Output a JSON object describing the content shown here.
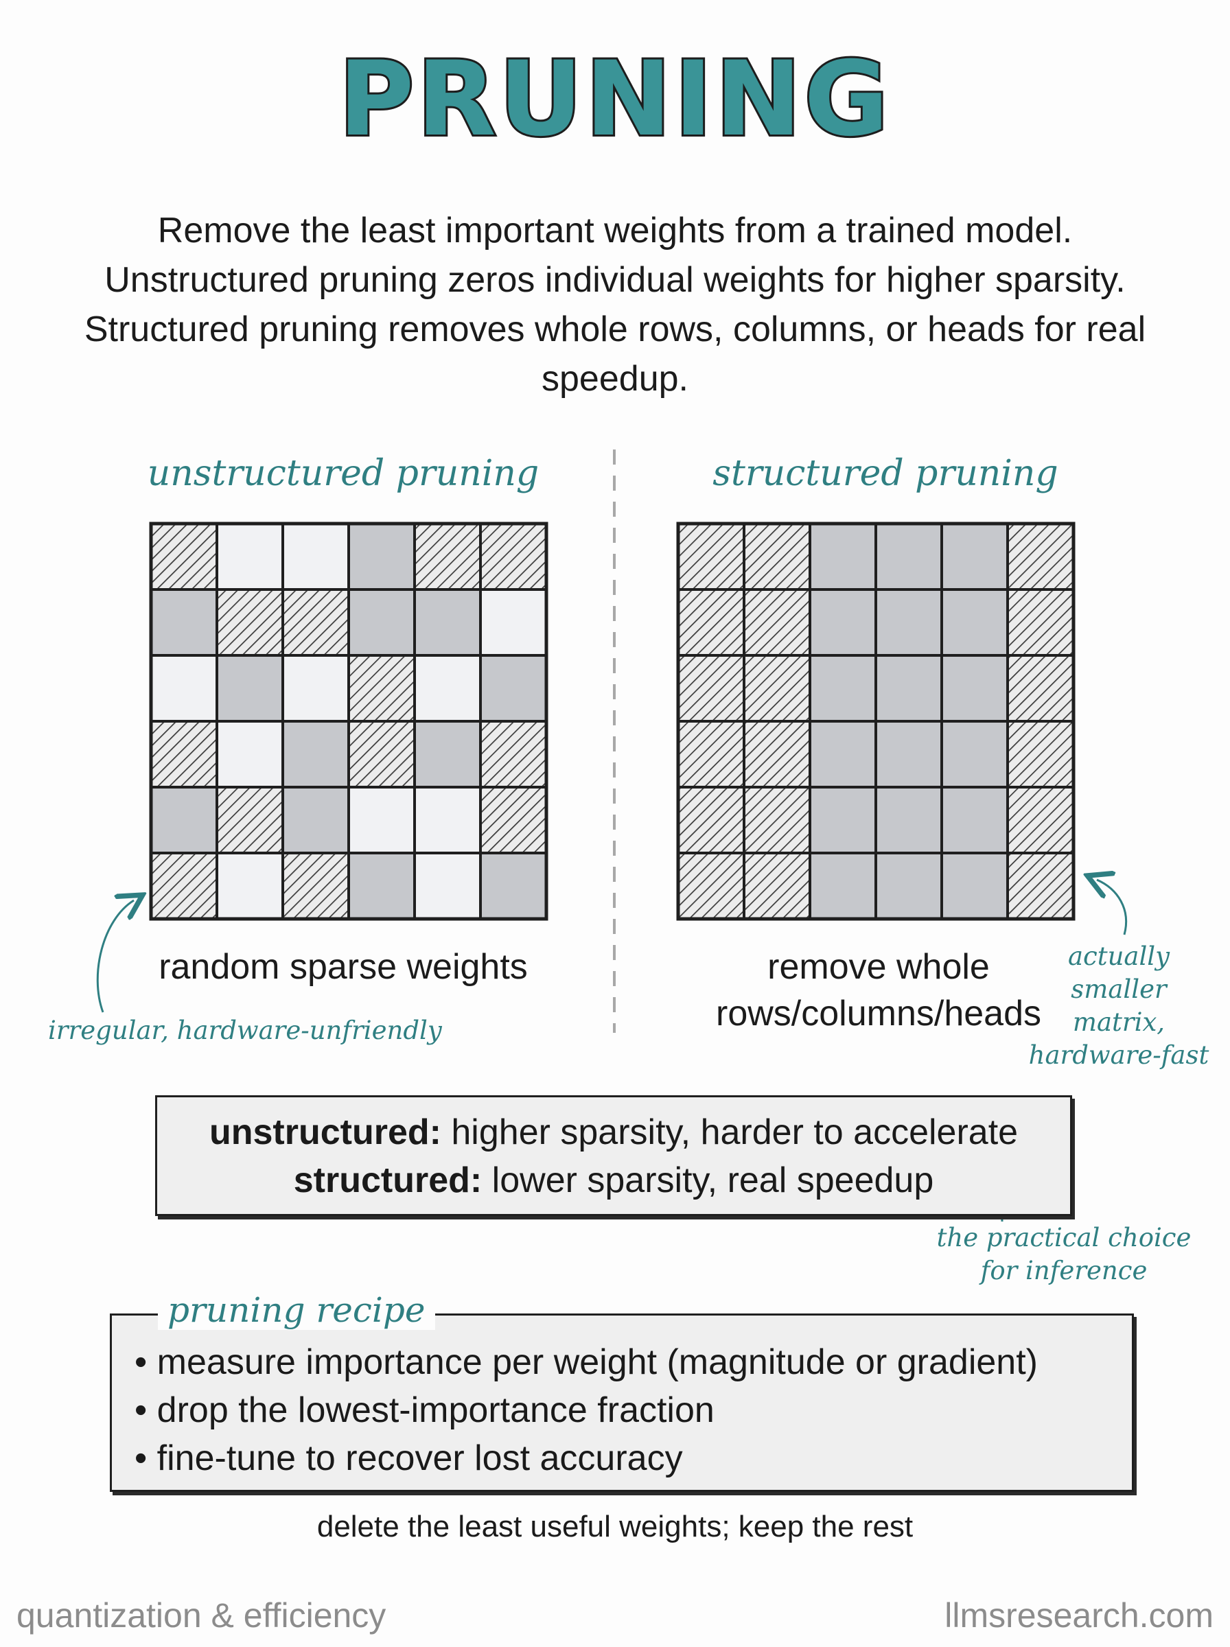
{
  "title": "PRUNING",
  "intro": "Remove the least important weights from a trained model. Unstructured pruning zeros individual weights for higher sparsity. Structured pruning removes whole rows, columns, or heads for real speedup.",
  "panels": {
    "unstructured": {
      "title": "unstructured pruning",
      "label": "random sparse weights",
      "note": "irregular, hardware-unfriendly",
      "grid": [
        [
          "h",
          "w",
          "w",
          "g",
          "h",
          "h"
        ],
        [
          "g",
          "h",
          "h",
          "g",
          "g",
          "w"
        ],
        [
          "w",
          "g",
          "w",
          "h",
          "w",
          "g"
        ],
        [
          "h",
          "w",
          "g",
          "h",
          "g",
          "h"
        ],
        [
          "g",
          "h",
          "g",
          "w",
          "w",
          "h"
        ],
        [
          "h",
          "w",
          "h",
          "g",
          "w",
          "g"
        ]
      ]
    },
    "structured": {
      "title": "structured pruning",
      "label_line1": "remove whole",
      "label_line2": "rows/columns/heads",
      "note_line1": "actually",
      "note_line2": "smaller",
      "note_line3": "matrix,",
      "note_line4": "hardware-fast",
      "grid": [
        [
          "h",
          "h",
          "g",
          "g",
          "g",
          "h"
        ],
        [
          "h",
          "h",
          "g",
          "g",
          "g",
          "h"
        ],
        [
          "h",
          "h",
          "g",
          "g",
          "g",
          "h"
        ],
        [
          "h",
          "h",
          "g",
          "g",
          "g",
          "h"
        ],
        [
          "h",
          "h",
          "g",
          "g",
          "g",
          "h"
        ],
        [
          "h",
          "h",
          "g",
          "g",
          "g",
          "h"
        ]
      ]
    }
  },
  "comparison": {
    "line1_bold": "unstructured:",
    "line1_text": " higher sparsity, harder to accelerate",
    "line2_bold": "structured:",
    "line2_text": " lower sparsity, real speedup",
    "note_line1": "the practical choice",
    "note_line2": "for inference"
  },
  "recipe": {
    "title": "pruning recipe",
    "items": [
      "measure importance per weight (magnitude or gradient)",
      "drop the lowest-importance fraction",
      "fine-tune to recover lost accuracy"
    ]
  },
  "tagline": "delete the least useful weights; keep the rest",
  "footer": {
    "left": "quantization & efficiency",
    "right": "llmsresearch.com"
  },
  "colors": {
    "accent": "#3a9497",
    "script": "#2f7f82",
    "cell_gray": "#c6c8cc",
    "cell_white": "#f1f2f4",
    "line": "#1f1f1f"
  }
}
